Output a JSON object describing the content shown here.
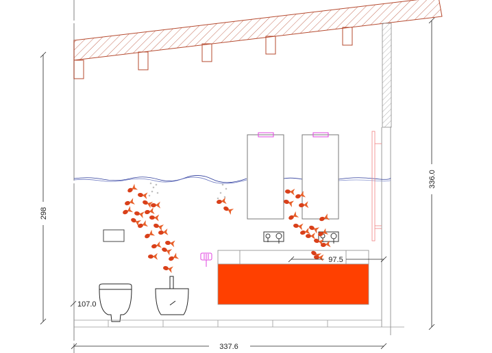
{
  "drawing": {
    "type": "bathroom elevation",
    "dimensions": {
      "left_height": "298",
      "right_height": "336.0",
      "total_width": "337.6",
      "vanity_width": "97.5",
      "toilet_height": "107.0"
    },
    "colors": {
      "roof": "#b5492e",
      "vanity": "#ff4000",
      "handles": "#e040e0",
      "water": "#2b3a9a",
      "towel_rail": "#f08080",
      "fish": "#d9401a"
    }
  }
}
